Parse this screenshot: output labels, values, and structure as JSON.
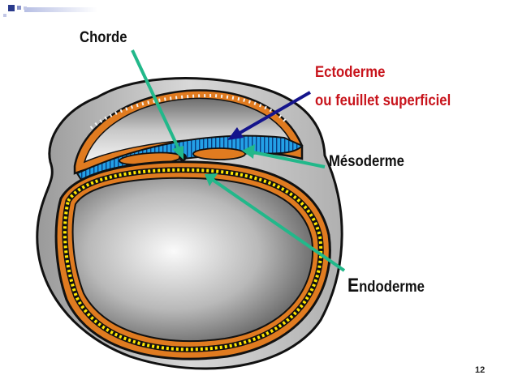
{
  "labels": {
    "chorde": "Chorde",
    "ectoderme_line1": "Ectoderme",
    "ectoderme_line2": "ou feuillet superficiel",
    "mesoderme": "Mésoderme",
    "endoderme_initial": "E",
    "endoderme_rest": "ndoderme"
  },
  "page_number": "12",
  "colors": {
    "ectoderm_label": "#c8141c",
    "ectoderm_layer": "#1e90d8",
    "mesoderm_layer": "#e07b20",
    "endoderm_dots": "#ffe800",
    "green_arrow": "#22b88a",
    "blue_arrow": "#14148c",
    "bullet": "#2a3a8c"
  },
  "icons": [
    "slide-bullet-icon"
  ]
}
